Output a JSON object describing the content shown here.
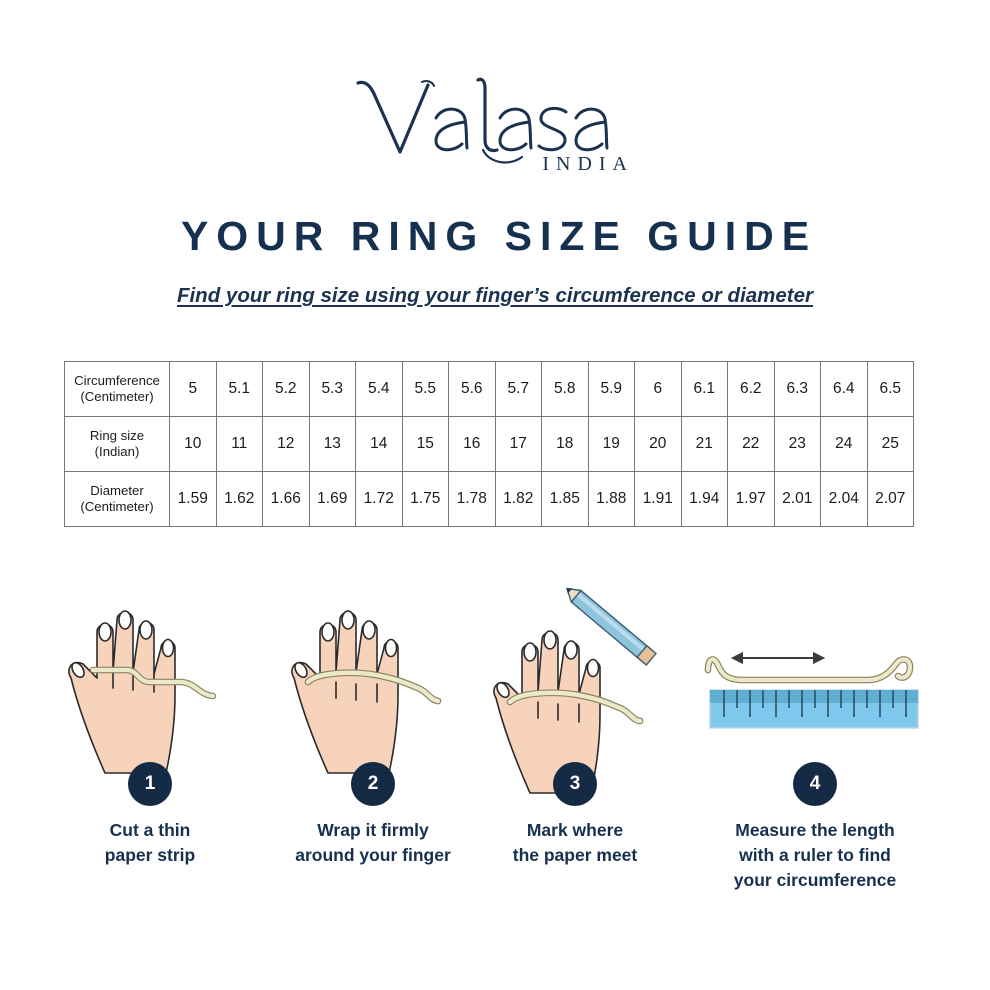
{
  "brand": {
    "name": "Valasa",
    "sub": "INDIA"
  },
  "header": {
    "title": "YOUR RING SIZE GUIDE",
    "subtitle": "Find your ring size using your finger’s circumference or diameter"
  },
  "colors": {
    "navy": "#16304f",
    "badge_navy": "#152b45",
    "table_border": "#787878",
    "skin": "#f8d3bb",
    "paper_strip": "#e8e4c6",
    "pencil_blue": "#8fc4dd",
    "ruler_blue": "#7ec8ed",
    "background": "#ffffff"
  },
  "table": {
    "rows": [
      {
        "label": "Circumference\n(Centimeter)",
        "values": [
          "5",
          "5.1",
          "5.2",
          "5.3",
          "5.4",
          "5.5",
          "5.6",
          "5.7",
          "5.8",
          "5.9",
          "6",
          "6.1",
          "6.2",
          "6.3",
          "6.4",
          "6.5"
        ]
      },
      {
        "label": "Ring size\n(Indian)",
        "values": [
          "10",
          "11",
          "12",
          "13",
          "14",
          "15",
          "16",
          "17",
          "18",
          "19",
          "20",
          "21",
          "22",
          "23",
          "24",
          "25"
        ]
      },
      {
        "label": "Diameter\n(Centimeter)",
        "values": [
          "1.59",
          "1.62",
          "1.66",
          "1.69",
          "1.72",
          "1.75",
          "1.78",
          "1.82",
          "1.85",
          "1.88",
          "1.91",
          "1.94",
          "1.97",
          "2.01",
          "2.04",
          "2.07"
        ]
      }
    ]
  },
  "steps": [
    {
      "number": "1",
      "caption": "Cut a thin\npaper strip",
      "art": "hand-with-loose-paper-strip"
    },
    {
      "number": "2",
      "caption": "Wrap it firmly\naround your finger",
      "art": "hand-with-wrapped-paper-strip"
    },
    {
      "number": "3",
      "caption": "Mark where\nthe paper meet",
      "art": "hand-with-pencil-marking-strip"
    },
    {
      "number": "4",
      "caption": "Measure the length\nwith a ruler to find\nyour circumference",
      "art": "paper-strip-with-ruler-and-arrow"
    }
  ]
}
